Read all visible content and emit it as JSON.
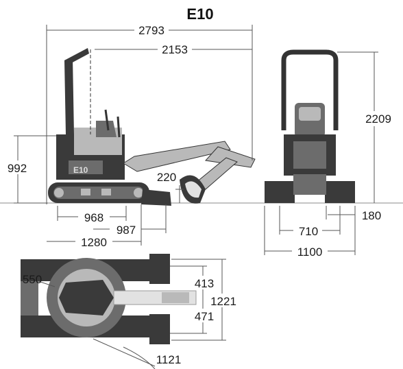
{
  "title": "E10",
  "dimensions": {
    "overall_length": "2793",
    "boom_reach": "2153",
    "height": "992",
    "dig_depth": "220",
    "track_len_968": "968",
    "track_len_987": "987",
    "track_len_1280": "1280",
    "canopy_height": "2209",
    "clearance": "180",
    "track_gauge": "710",
    "width": "1100",
    "offset": "550",
    "swing_413": "413",
    "swing_1221": "1221",
    "swing_471": "471",
    "swing_radius": "1121"
  },
  "colors": {
    "machine_dark": "#3a3a3a",
    "machine_mid": "#6c6c6c",
    "machine_light": "#b9b9b9",
    "dimension_line": "#555555"
  }
}
